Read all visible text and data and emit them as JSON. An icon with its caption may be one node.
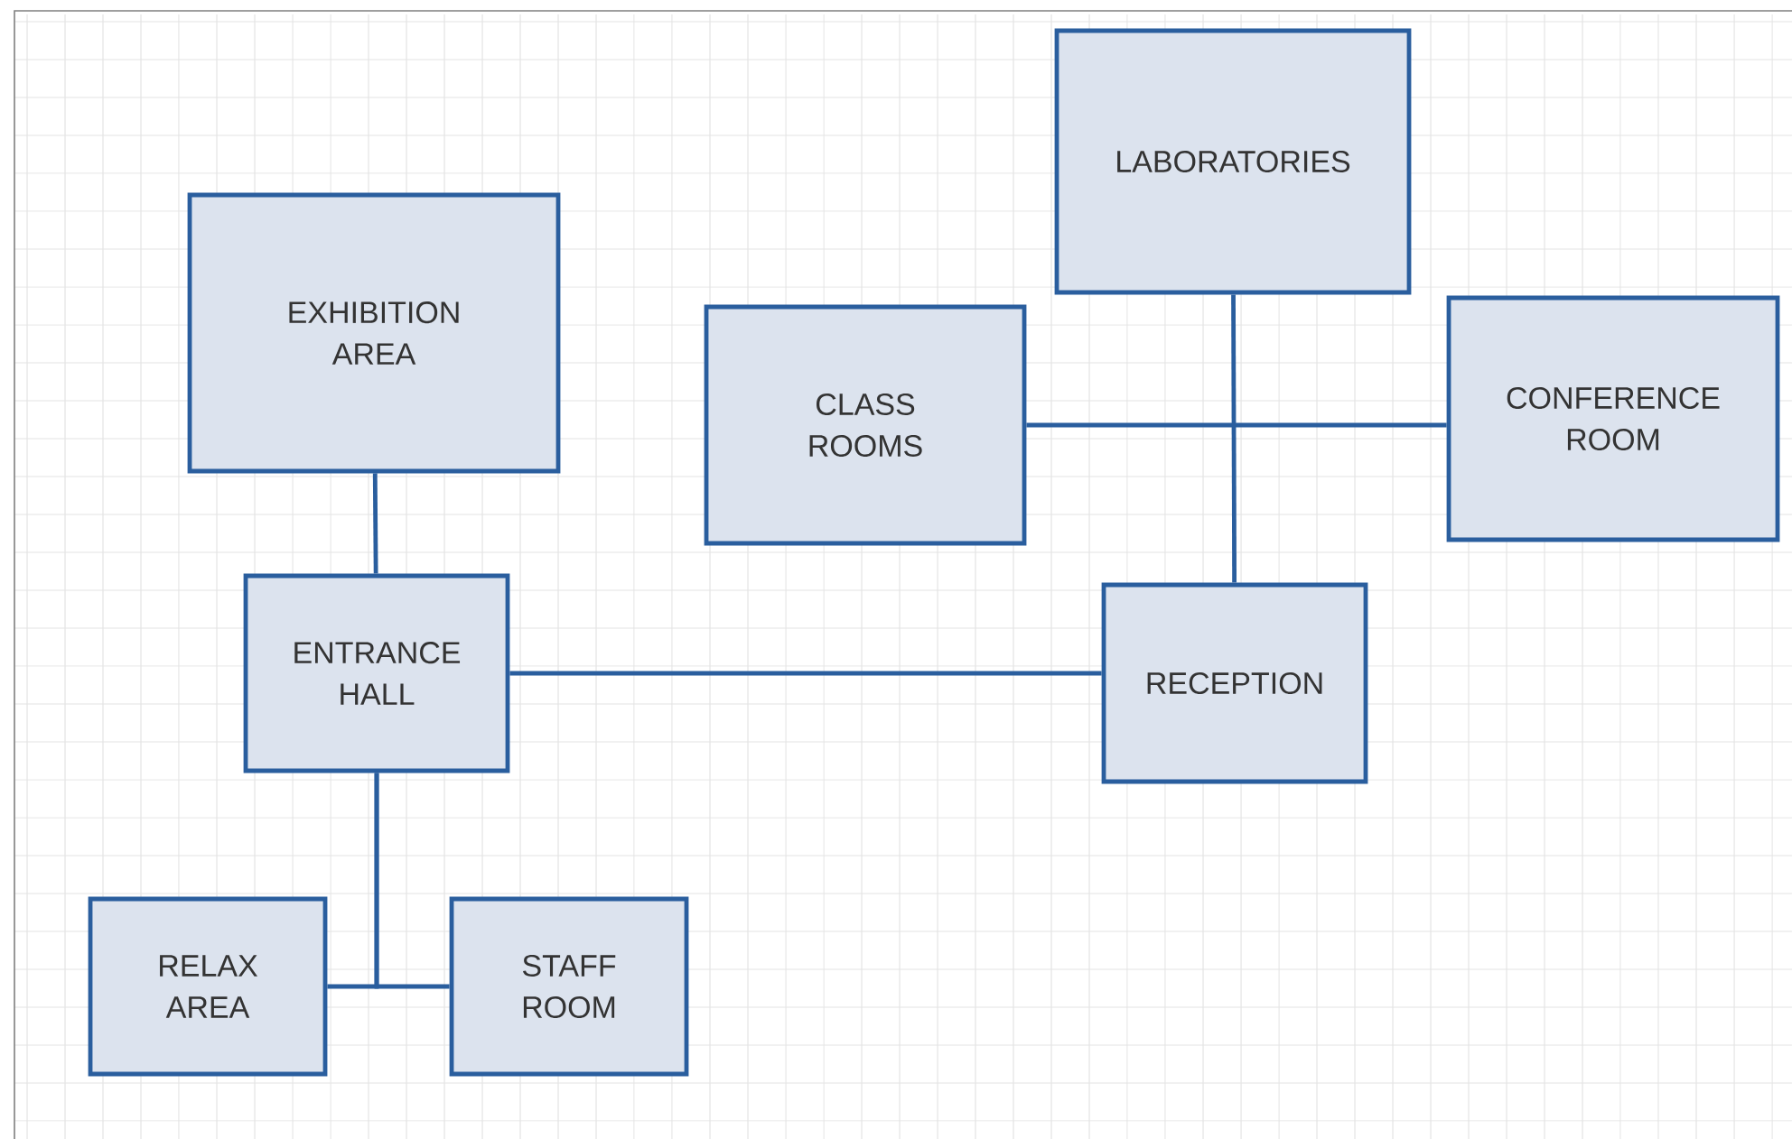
{
  "diagram": {
    "nodes": [
      {
        "text": [
          "LABORATORIES"
        ]
      },
      {
        "text": [
          "EXHIBITION AREA"
        ]
      },
      {
        "text": [
          "CLASS ROOMS"
        ]
      },
      {
        "text": [
          "CONFERENCE ROOM"
        ]
      },
      {
        "text": [
          "ENTRANCE HALL"
        ]
      },
      {
        "text": [
          "RECEPTION"
        ]
      },
      {
        "text": [
          "RELAX AREA"
        ]
      },
      {
        "text": [
          "STAFF ROOM"
        ]
      }
    ],
    "edges": [
      {
        "from": 0,
        "to": 5,
        "arrow": "none"
      },
      {
        "from": 2,
        "to": 3,
        "arrow": "none"
      },
      {
        "from": 1,
        "to": 4,
        "arrow": "none"
      },
      {
        "from": 4,
        "to": 5,
        "arrow": "none"
      },
      {
        "from": 4,
        "to": 6,
        "arrow": "none"
      },
      {
        "from": 4,
        "to": 7,
        "arrow": "none"
      }
    ]
  }
}
